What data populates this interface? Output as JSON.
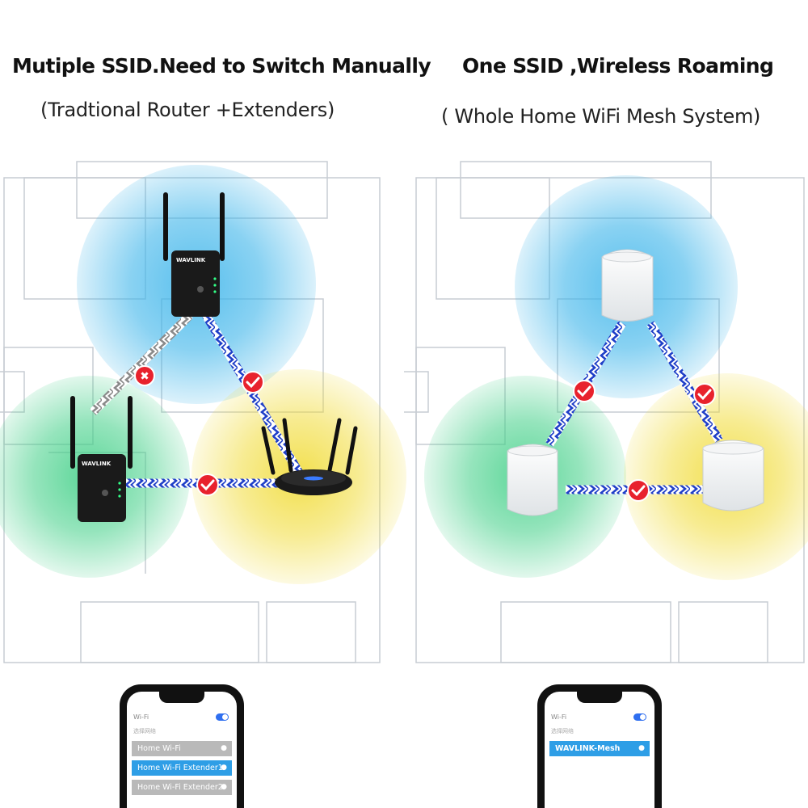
{
  "left_panel": {
    "title": "Mutiple SSID.Need to Switch Manually",
    "subtitle": "(Tradtional Router +Extenders)",
    "extender_brand": "WAVLINK"
  },
  "right_panel": {
    "title": "One SSID ,Wireless Roaming",
    "subtitle": "( Whole Home WiFi Mesh System)"
  },
  "phone_left": {
    "header": "Wi-Fi",
    "networks": [
      {
        "name": "Home Wi-Fi",
        "state": "grey"
      },
      {
        "name": "Home Wi-Fi Extender1",
        "state": "connected"
      },
      {
        "name": "Home Wi-Fi Extender2",
        "state": "grey"
      }
    ]
  },
  "phone_right": {
    "header": "Wi-Fi",
    "networks": [
      {
        "name": "WAVLINK-Mesh",
        "state": "connected"
      }
    ]
  },
  "colors": {
    "coverage_blue": "#3bb4ea",
    "coverage_green": "#3fcf86",
    "coverage_yellow": "#f1dc3a",
    "link_blue": "#1f3fc8",
    "link_grey": "#8a8a8a",
    "badge_red": "#e8222d",
    "wifi_selected": "#2e9ee6"
  }
}
